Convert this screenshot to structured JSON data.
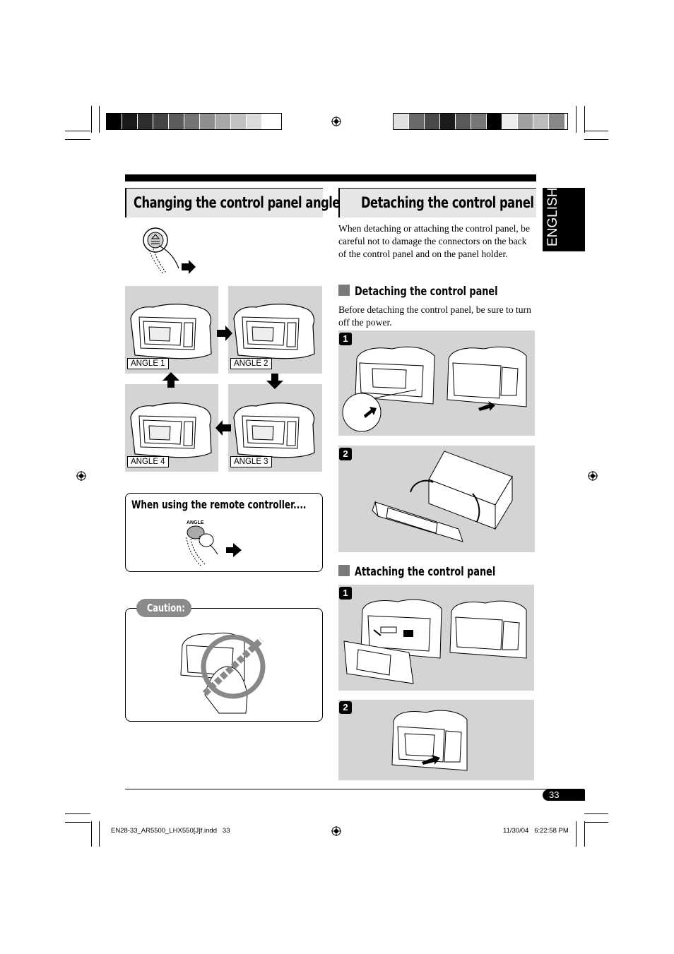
{
  "left_heading": "Changing the control panel angle",
  "right_heading": "Detaching the control panel",
  "intro_text": "When detaching or attaching the control panel, be careful not to damage the connectors on the back of the control panel and on the panel holder.",
  "detach_subhead": "Detaching the control panel",
  "detach_note": "Before detaching the control panel, be sure to turn off the power.",
  "attach_subhead": "Attaching the control panel",
  "angles": [
    "ANGLE 1",
    "ANGLE 2",
    "ANGLE 3",
    "ANGLE 4"
  ],
  "remote_title": "When using the remote controller....",
  "remote_button_label": "ANGLE",
  "caution_label": "Caution:",
  "steps": [
    "1",
    "2"
  ],
  "side_tab": "ENGLISH",
  "page_number": "33",
  "footer_left": "EN28-33_AR5500_LHX550[J]f.indd   33",
  "footer_right": "11/30/04   6:22:58 PM",
  "colors": {
    "panel_gray": "#d4d4d4",
    "heading_gray": "#e6e6e6",
    "accent": "#000000",
    "caution_fill": "#8a8a8a"
  }
}
